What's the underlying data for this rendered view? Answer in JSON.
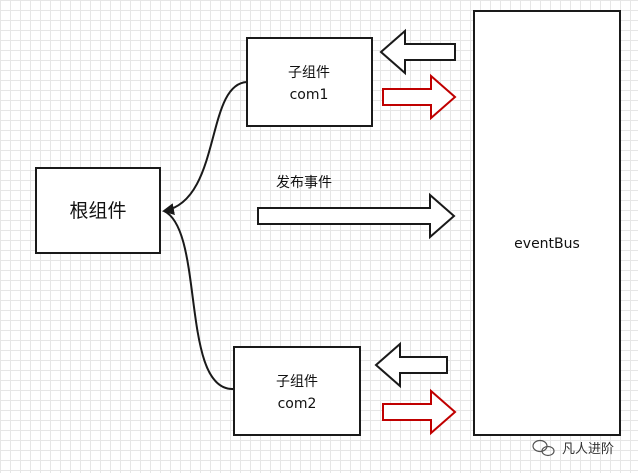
{
  "root": {
    "label": "根组件"
  },
  "child1": {
    "title": "子组件",
    "name": "com1"
  },
  "child2": {
    "title": "子组件",
    "name": "com2"
  },
  "bus": {
    "label": "eventBus"
  },
  "emit_label": "发布事件",
  "watermark": {
    "text": "凡人进阶"
  },
  "colors": {
    "stroke": "#1a1a1a",
    "highlight": "#c00000",
    "grid": "#e6e6e6"
  }
}
